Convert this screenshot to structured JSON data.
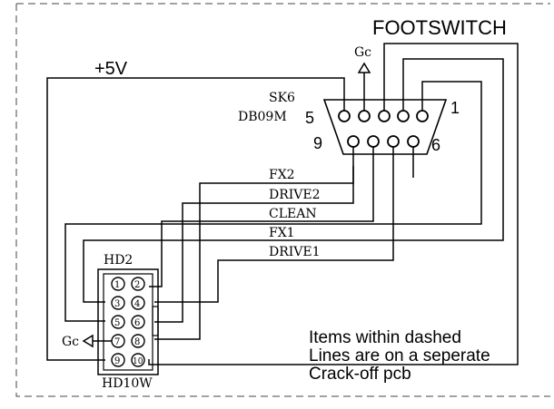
{
  "labels": {
    "footswitch": "FOOTSWITCH",
    "power": "+5V",
    "gc_top": "Gc",
    "gc_bottom": "Gc",
    "sk6": "SK6",
    "db09m": "DB09M",
    "pin5": "5",
    "pin1": "1",
    "pin9": "9",
    "pin6": "6",
    "fx2": "FX2",
    "drive2": "DRIVE2",
    "clean": "CLEAN",
    "fx1": "FX1",
    "drive1": "DRIVE1",
    "hd2": "HD2",
    "hd10w": "HD10W"
  },
  "note": {
    "line1": "Items within dashed",
    "line2": "Lines are on a seperate",
    "line3": "Crack-off pcb"
  },
  "header_pins": {
    "left": [
      "1",
      "3",
      "5",
      "7",
      "9"
    ],
    "right": [
      "2",
      "4",
      "6",
      "8",
      "10"
    ]
  }
}
